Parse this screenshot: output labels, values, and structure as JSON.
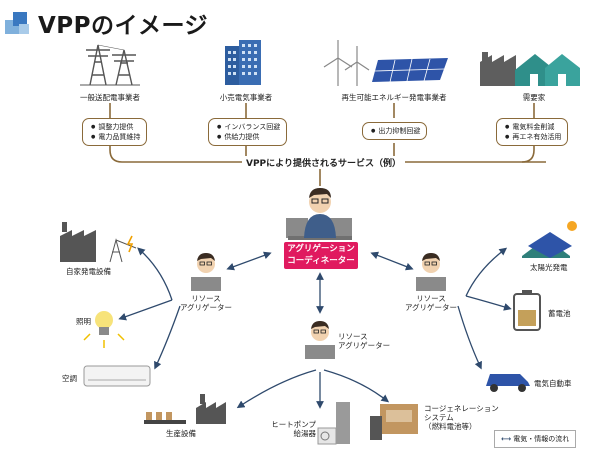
{
  "title": "VPPのイメージ",
  "top_entities": [
    {
      "label": "一般送配電事業者",
      "services": [
        "調整力提供",
        "電力品質維持"
      ]
    },
    {
      "label": "小売電気事業者",
      "services": [
        "インバランス回避",
        "供給力提供"
      ]
    },
    {
      "label": "再生可能エネルギー発電事業者",
      "services": [
        "出力抑制回避"
      ]
    },
    {
      "label": "需要家",
      "services": [
        "電気料金削減",
        "再エネ有効活用"
      ]
    }
  ],
  "services_title": "VPPにより提供されるサービス（例）",
  "center": {
    "line1": "アグリゲーション",
    "line2": "コーディネーター"
  },
  "resource_agg": {
    "line1": "リソース",
    "line2": "アグリゲーター"
  },
  "left_resources": [
    "自家発電設備",
    "照明",
    "空調",
    "生産設備"
  ],
  "right_resources": [
    "太陽光発電",
    "蓄電池",
    "電気自動車"
  ],
  "bottom_resources": {
    "heatpump": {
      "line1": "ヒートポンプ",
      "line2": "給湯器"
    },
    "cogen": {
      "line1": "コージェネレーション",
      "line2": "システム",
      "line3": "（燃料電池等）"
    }
  },
  "legend": "電気・情報の流れ",
  "colors": {
    "accent": "#e01a5f",
    "brown": "#8a6a3a",
    "navy": "#2f4a6d",
    "gray": "#6b6b6b"
  }
}
